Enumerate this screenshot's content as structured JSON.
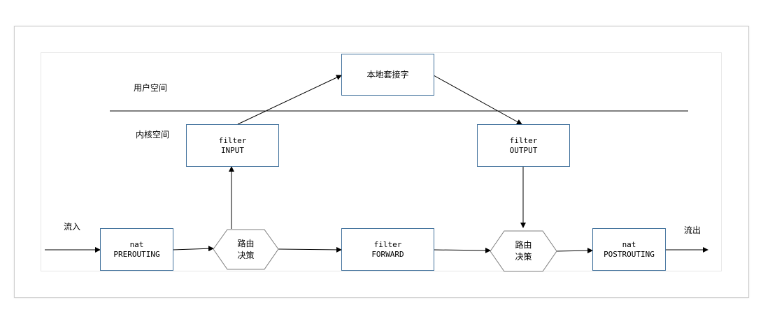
{
  "labels": {
    "user_space": "用户空间",
    "kernel_space": "内核空间",
    "flow_in": "流入",
    "flow_out": "流出"
  },
  "nodes": {
    "local_socket": "本地套接字",
    "filter_input": {
      "table": "filter",
      "chain": "INPUT"
    },
    "filter_output": {
      "table": "filter",
      "chain": "OUTPUT"
    },
    "nat_prerouting": {
      "table": "nat",
      "chain": "PREROUTING"
    },
    "filter_forward": {
      "table": "filter",
      "chain": "FORWARD"
    },
    "nat_postrouting": {
      "table": "nat",
      "chain": "POSTROUTING"
    },
    "routing_decision_1": {
      "line1": "路由",
      "line2": "决策"
    },
    "routing_decision_2": {
      "line1": "路由",
      "line2": "决策"
    }
  },
  "colors": {
    "box_border": "#41719c",
    "hex_border": "#7f7f7f",
    "line": "#000000"
  }
}
